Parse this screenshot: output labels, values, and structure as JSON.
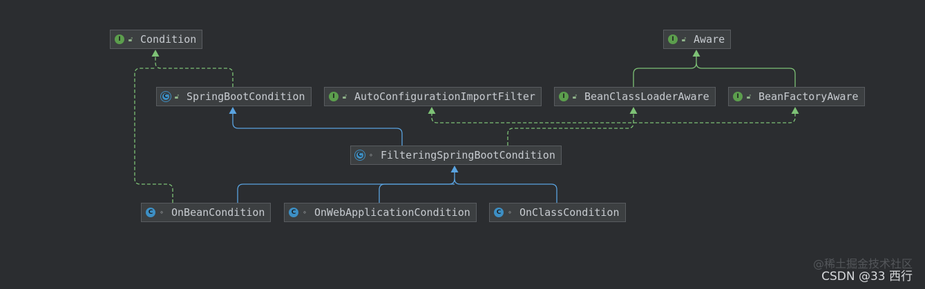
{
  "diagram": {
    "nodes": {
      "condition": {
        "label": "Condition",
        "kind": "interface",
        "kind_icon": "I",
        "visibility": "public"
      },
      "aware": {
        "label": "Aware",
        "kind": "interface",
        "kind_icon": "I",
        "visibility": "public"
      },
      "spring_boot_condition": {
        "label": "SpringBootCondition",
        "kind": "abstract-class",
        "kind_icon": "C",
        "visibility": "public"
      },
      "auto_configuration_import_filter": {
        "label": "AutoConfigurationImportFilter",
        "kind": "interface",
        "kind_icon": "I",
        "visibility": "public"
      },
      "bean_class_loader_aware": {
        "label": "BeanClassLoaderAware",
        "kind": "interface",
        "kind_icon": "I",
        "visibility": "public"
      },
      "bean_factory_aware": {
        "label": "BeanFactoryAware",
        "kind": "interface",
        "kind_icon": "I",
        "visibility": "public"
      },
      "filtering_spring_boot_condition": {
        "label": "FilteringSpringBootCondition",
        "kind": "abstract-class",
        "kind_icon": "C",
        "visibility": "package"
      },
      "on_bean_condition": {
        "label": "OnBeanCondition",
        "kind": "class",
        "kind_icon": "C",
        "visibility": "package"
      },
      "on_web_application_condition": {
        "label": "OnWebApplicationCondition",
        "kind": "class",
        "kind_icon": "C",
        "visibility": "package"
      },
      "on_class_condition": {
        "label": "OnClassCondition",
        "kind": "class",
        "kind_icon": "C",
        "visibility": "package"
      }
    },
    "edges": [
      {
        "from": "spring_boot_condition",
        "to": "condition",
        "type": "implements"
      },
      {
        "from": "on_bean_condition",
        "to": "condition",
        "type": "implements"
      },
      {
        "from": "filtering_spring_boot_condition",
        "to": "spring_boot_condition",
        "type": "extends"
      },
      {
        "from": "filtering_spring_boot_condition",
        "to": "auto_configuration_import_filter",
        "type": "implements"
      },
      {
        "from": "filtering_spring_boot_condition",
        "to": "bean_class_loader_aware",
        "type": "implements"
      },
      {
        "from": "filtering_spring_boot_condition",
        "to": "bean_factory_aware",
        "type": "implements"
      },
      {
        "from": "bean_class_loader_aware",
        "to": "aware",
        "type": "extends-interface"
      },
      {
        "from": "bean_factory_aware",
        "to": "aware",
        "type": "extends-interface"
      },
      {
        "from": "on_bean_condition",
        "to": "filtering_spring_boot_condition",
        "type": "extends"
      },
      {
        "from": "on_web_application_condition",
        "to": "filtering_spring_boot_condition",
        "type": "extends"
      },
      {
        "from": "on_class_condition",
        "to": "filtering_spring_boot_condition",
        "type": "extends"
      }
    ],
    "colors": {
      "background": "#2b2d30",
      "extends_edge": "#5aa3e0",
      "interface_edge": "#7ec276",
      "node_fill": "#3c3f41",
      "node_border": "#595c60",
      "text": "#c7cbd0"
    }
  },
  "watermark": {
    "text": "CSDN @33 西行",
    "shadow_text": "@稀土掘金技术社区"
  }
}
